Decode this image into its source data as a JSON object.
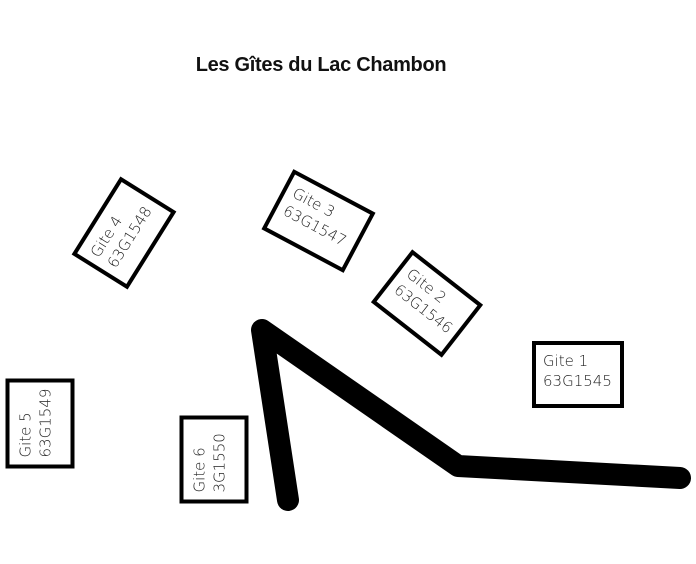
{
  "title": "Les Gîtes du Lac Chambon",
  "gites": [
    {
      "name": "Gite 1",
      "code": "63G1545"
    },
    {
      "name": "Gite 2",
      "code": "63G1546"
    },
    {
      "name": "Gite 3",
      "code": "63G1547"
    },
    {
      "name": "Gite 4",
      "code": "63G1548"
    },
    {
      "name": "Gite 5",
      "code": "63G1549"
    },
    {
      "name": "Gite 6",
      "code": "3G1550"
    }
  ],
  "colors": {
    "road": "#000000",
    "box_border": "#000000"
  }
}
